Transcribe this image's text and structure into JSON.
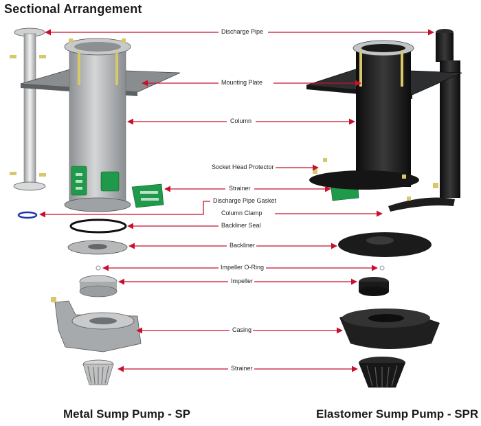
{
  "title": "Sectional Arrangement",
  "left_caption": "Metal Sump Pump - SP",
  "right_caption": "Elastomer Sump Pump - SPR",
  "labels": [
    "Discharge Pipe",
    "Mounting Plate",
    "Column",
    "Socket Head Protector",
    "Strainer",
    "Discharge Pipe Gasket",
    "Column Clamp",
    "Backliner Seal",
    "Backliner",
    "Impeller O-Ring",
    "Impeller",
    "Casing",
    "Strainer"
  ],
  "colors": {
    "arrow": "#c8102e",
    "metal": "#b9bcbd",
    "plate": "#7a7d80",
    "elastomer": "#1c1c1c",
    "strainer_green": "#1f9a4a",
    "bolt": "#d8c86a"
  }
}
